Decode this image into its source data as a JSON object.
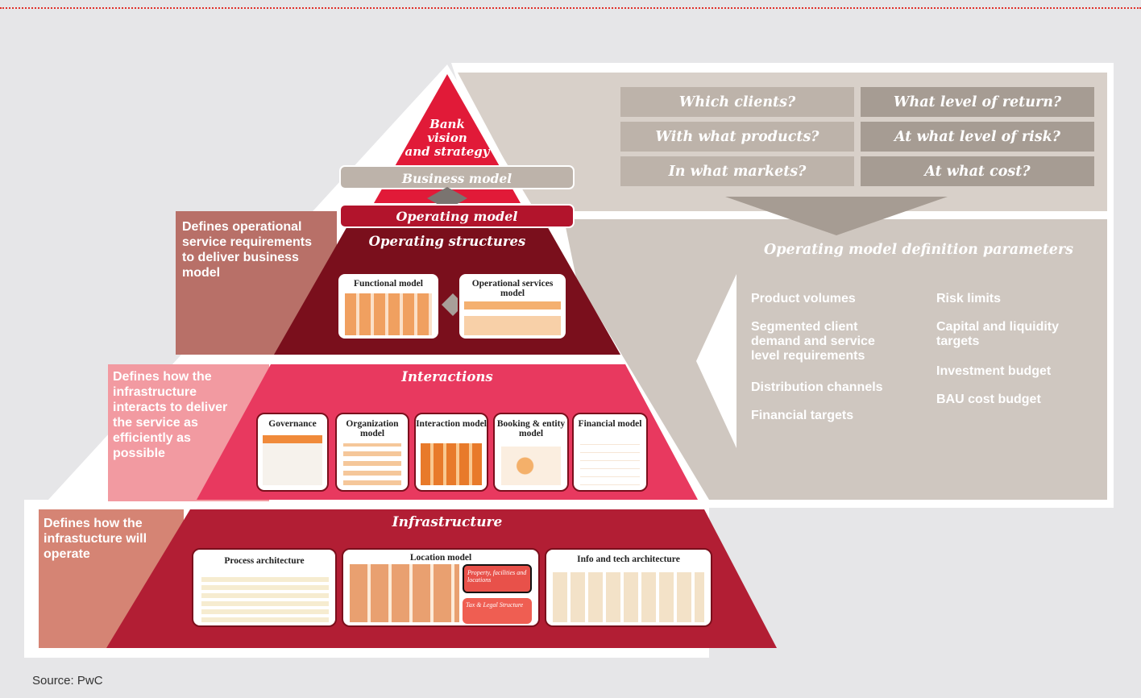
{
  "pyramid": {
    "apex": "Bank vision and strategy",
    "apex_lines": [
      "Bank",
      "vision",
      "and strategy"
    ],
    "business_model": "Business model",
    "operating_model": "Operating model",
    "operating_structures": {
      "title": "Operating structures",
      "cards": [
        "Functional model",
        "Operational services model"
      ]
    },
    "interactions": {
      "title": "Interactions",
      "cards": [
        "Governance",
        "Organization model",
        "Interaction model",
        "Booking & entity model",
        "Financial model"
      ]
    },
    "infrastructure": {
      "title": "Infrastructure",
      "cards": [
        "Process architecture",
        "Location model",
        "Info  and tech architecture"
      ],
      "location_boxes": [
        "Property, facilities and locations",
        "Tax & Legal Structure"
      ]
    }
  },
  "side_labels": {
    "operating_structures": "Defines operational service requirements to deliver business model",
    "interactions": "Defines how the infrastructure interacts to deliver the service as efficiently as possible",
    "infrastructure": "Defines how the infrastucture will operate"
  },
  "questions": [
    "Which clients?",
    "What level of return?",
    "With what products?",
    "At what level of risk?",
    "In what markets?",
    "At what cost?"
  ],
  "parameters": {
    "title": "Operating model definition parameters",
    "left": [
      "Product volumes",
      "Segmented client demand and service level requirements",
      "Distribution channels",
      "Financial targets"
    ],
    "right": [
      "Risk limits",
      "Capital and liquidity targets",
      "Investment budget",
      "BAU cost budget"
    ]
  },
  "source": "Source: PwC",
  "colors": {
    "apex_red": "#e11a38",
    "operating_dark": "#7a0f1c",
    "interactions_pink": "#e8395f",
    "infrastructure_red": "#b21e34",
    "label_brown": "#b87068",
    "label_pink": "#f29aa1",
    "label_rose": "#d58474",
    "panel_taupe": "#cfc7c0",
    "panel_light": "#d8d0c9"
  }
}
